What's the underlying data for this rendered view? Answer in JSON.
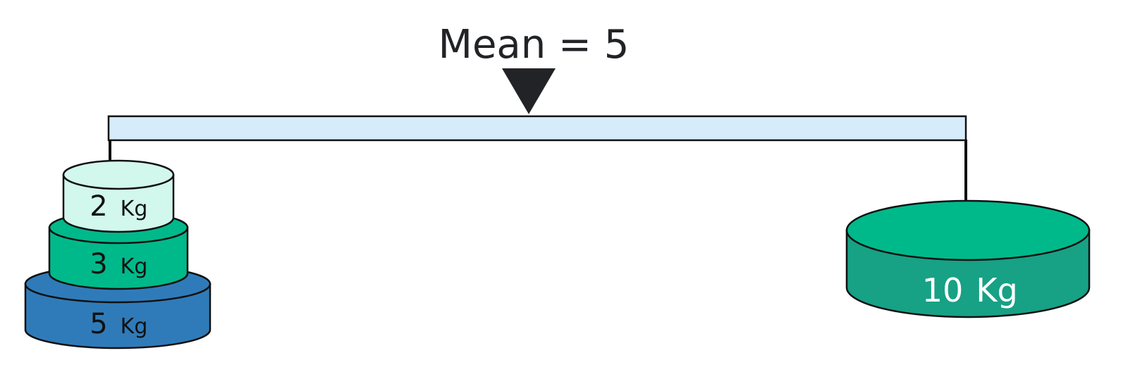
{
  "title": "Mean = 5",
  "weights": [
    {
      "value": "2",
      "unit": "Kg"
    },
    {
      "value": "3",
      "unit": "Kg"
    },
    {
      "value": "5",
      "unit": "Kg"
    },
    {
      "value": "10",
      "unit": "Kg"
    }
  ],
  "colors": {
    "beam": "#d6ecfb",
    "pivot": "#222326",
    "weight_2kg": "#d2f7ec",
    "weight_3kg": "#00b98a",
    "weight_5kg": "#2f7bb9",
    "weight_10kg_top": "#00b98a",
    "weight_10kg_side": "#17a185"
  }
}
